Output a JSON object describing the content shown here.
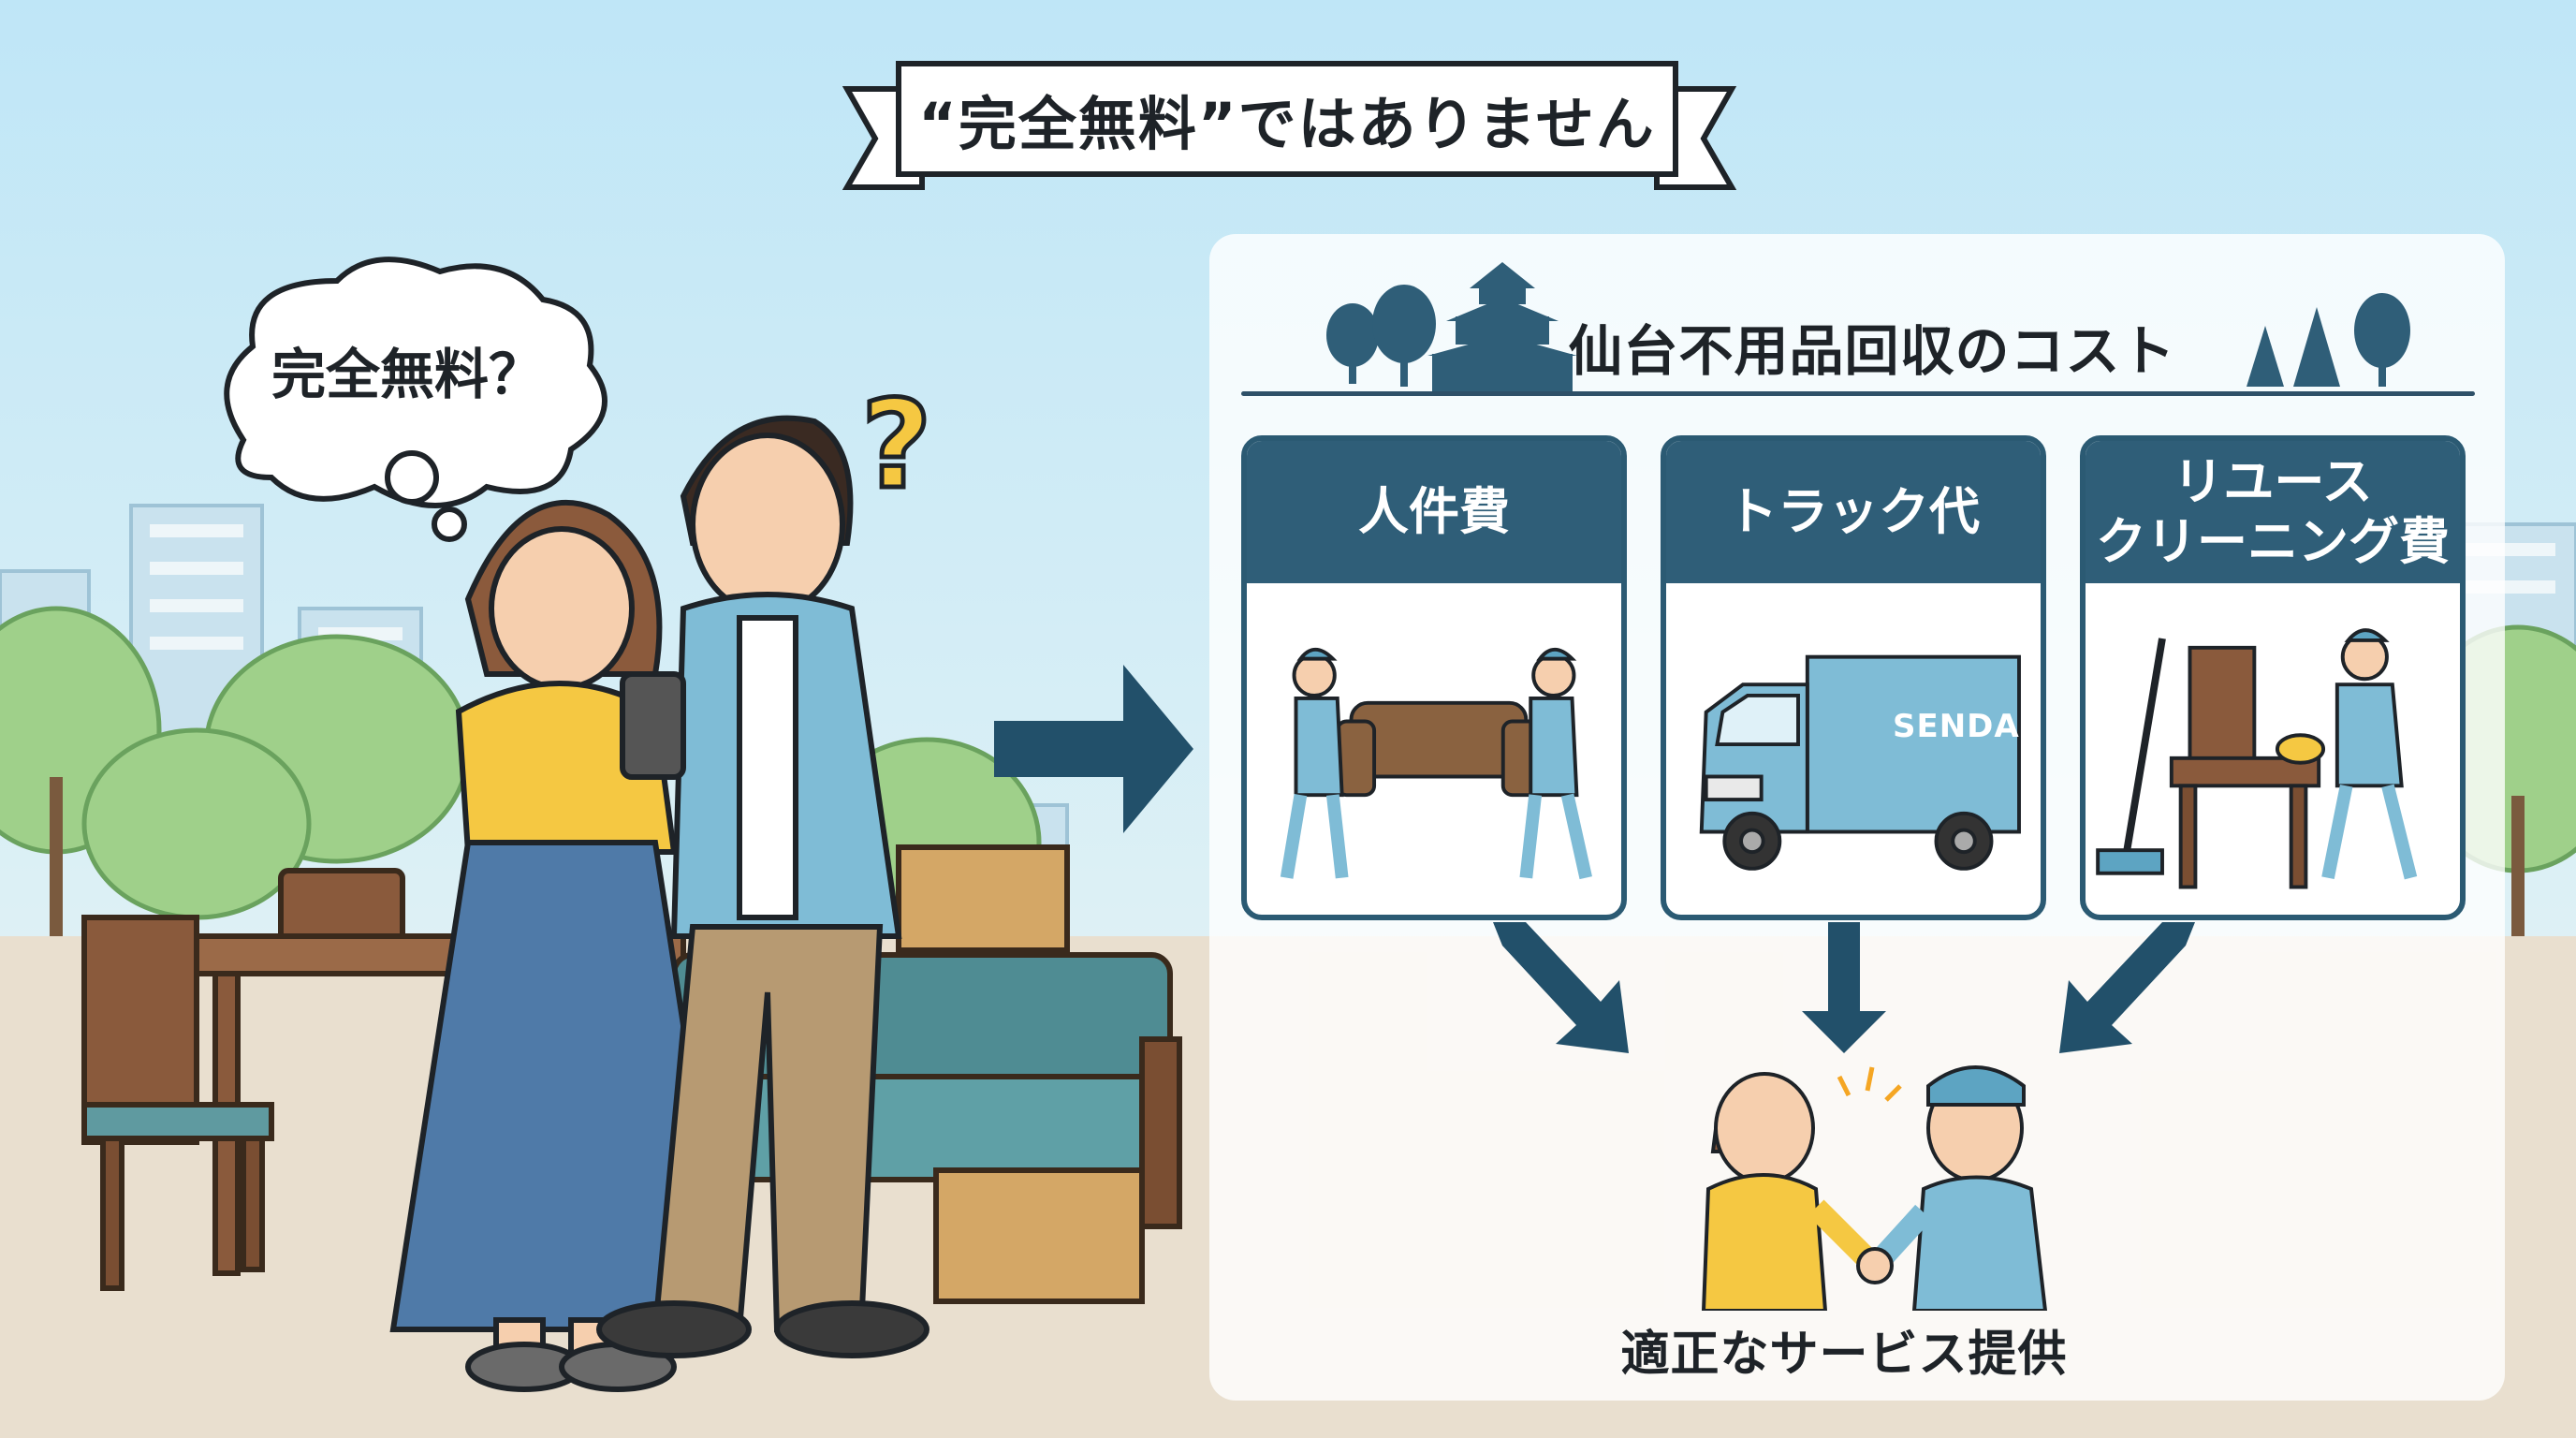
{
  "banner": {
    "title": "“完全無料”ではありません"
  },
  "thought_bubble": {
    "text": "完全無料？"
  },
  "panel": {
    "title": "仙台不用品回収のコスト",
    "cards": [
      {
        "label": "人件費"
      },
      {
        "label": "トラック代"
      },
      {
        "label": "リユース\nクリーニング費"
      }
    ],
    "truck_text": "SENDAI",
    "result": "適正なサービス提供"
  },
  "colors": {
    "sky": "#d6ecf3",
    "navy": "#2f5e78",
    "arrow": "#22506a",
    "ground": "#e9dfcf"
  }
}
